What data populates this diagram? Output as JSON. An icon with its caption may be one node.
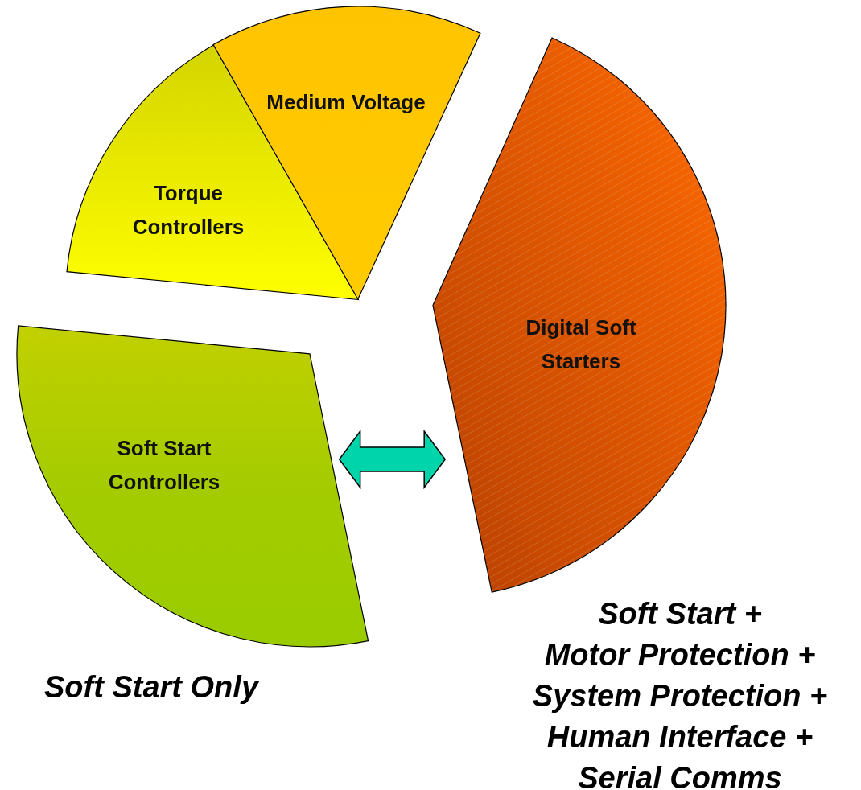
{
  "diagram": {
    "nodes": [
      {
        "text": [
          "Torque Controllers"
        ]
      },
      {
        "text": [
          "Medium Voltage"
        ]
      },
      {
        "text": [
          "Digital Soft Starters"
        ],
        "beside": [
          "Soft Start + Motor Protection + System Protection + Human Interface + Serial Comms"
        ]
      },
      {
        "text": [
          "Soft Start Controllers"
        ],
        "beside": [
          "Soft Start Only"
        ]
      }
    ],
    "edges": [
      {
        "from": 3,
        "to": 2,
        "arrow": "both",
        "style": "thick"
      }
    ]
  }
}
